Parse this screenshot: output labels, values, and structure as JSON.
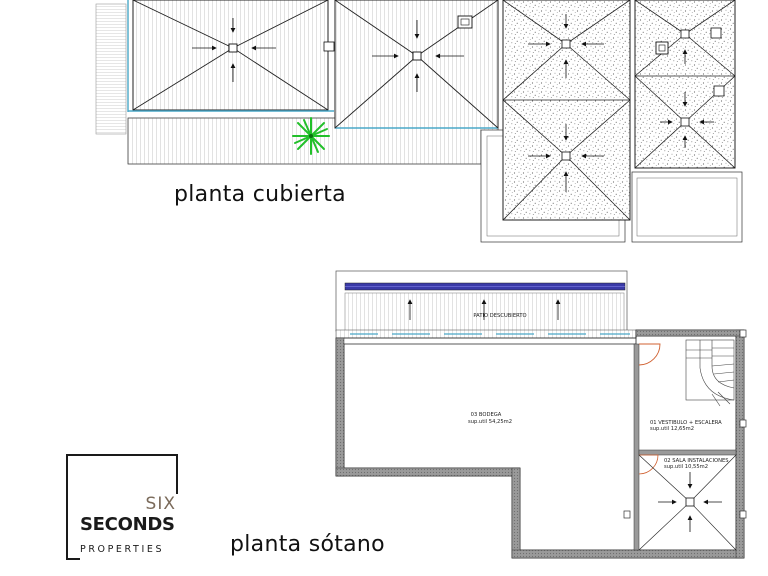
{
  "titles": {
    "roof": "planta cubierta",
    "basement": "planta sótano"
  },
  "logo": {
    "line1": "SIX",
    "line2": "SECONDS",
    "line3": "PROPERTIES"
  },
  "rooms": {
    "patio": "PATIO DESCUBIERTO",
    "bodega_name": "03 BODEGA",
    "bodega_area": "sup.util 54,25m2",
    "vestibulo_name": "01 VESTIBULO + ESCALERA",
    "vestibulo_area": "sup.util 12,65m2",
    "instalaciones_name": "02 SALA INSTALACIONES",
    "instalaciones_area": "sup.util 10,55m2"
  },
  "colors": {
    "line": "#1a1a1a",
    "wall": "#8c8c8c",
    "glass": "#4aa8c8",
    "blue_band": "#3a3aa8",
    "door": "#d06030",
    "plant": "#22c02a"
  },
  "icons": [
    "palm-plant-icon",
    "drain-arrow-icon",
    "skylight-icon"
  ]
}
